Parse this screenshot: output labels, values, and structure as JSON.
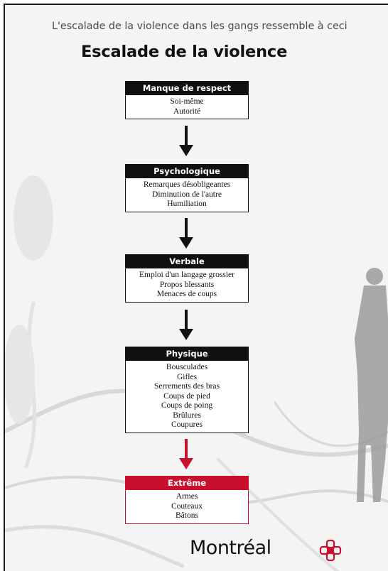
{
  "caption": "L'escalade de la violence dans les gangs ressemble à ceci",
  "title": "Escalade de la violence",
  "stages": [
    {
      "label": "Manque de respect",
      "items": [
        "Soi-même",
        "Autorité"
      ]
    },
    {
      "label": "Psychologique",
      "items": [
        "Remarques désobligeantes",
        "Diminution de l'autre",
        "Humiliation"
      ]
    },
    {
      "label": "Verbale",
      "items": [
        "Emploi d'un langage grossier",
        "Propos blessants",
        "Menaces de coups"
      ]
    },
    {
      "label": "Physique",
      "items": [
        "Bousculades",
        "Gifles",
        "Serrements des bras",
        "Coups de pied",
        "Coups de poing",
        "Brûlures",
        "Coupures"
      ]
    },
    {
      "label": "Extrême",
      "items": [
        "Armes",
        "Couteaux",
        "Bâtons"
      ]
    }
  ],
  "colors": {
    "header": "#111111",
    "accent": "#c8102e"
  },
  "logo": {
    "text": "Montréal",
    "mark": "rose-logo-icon"
  }
}
